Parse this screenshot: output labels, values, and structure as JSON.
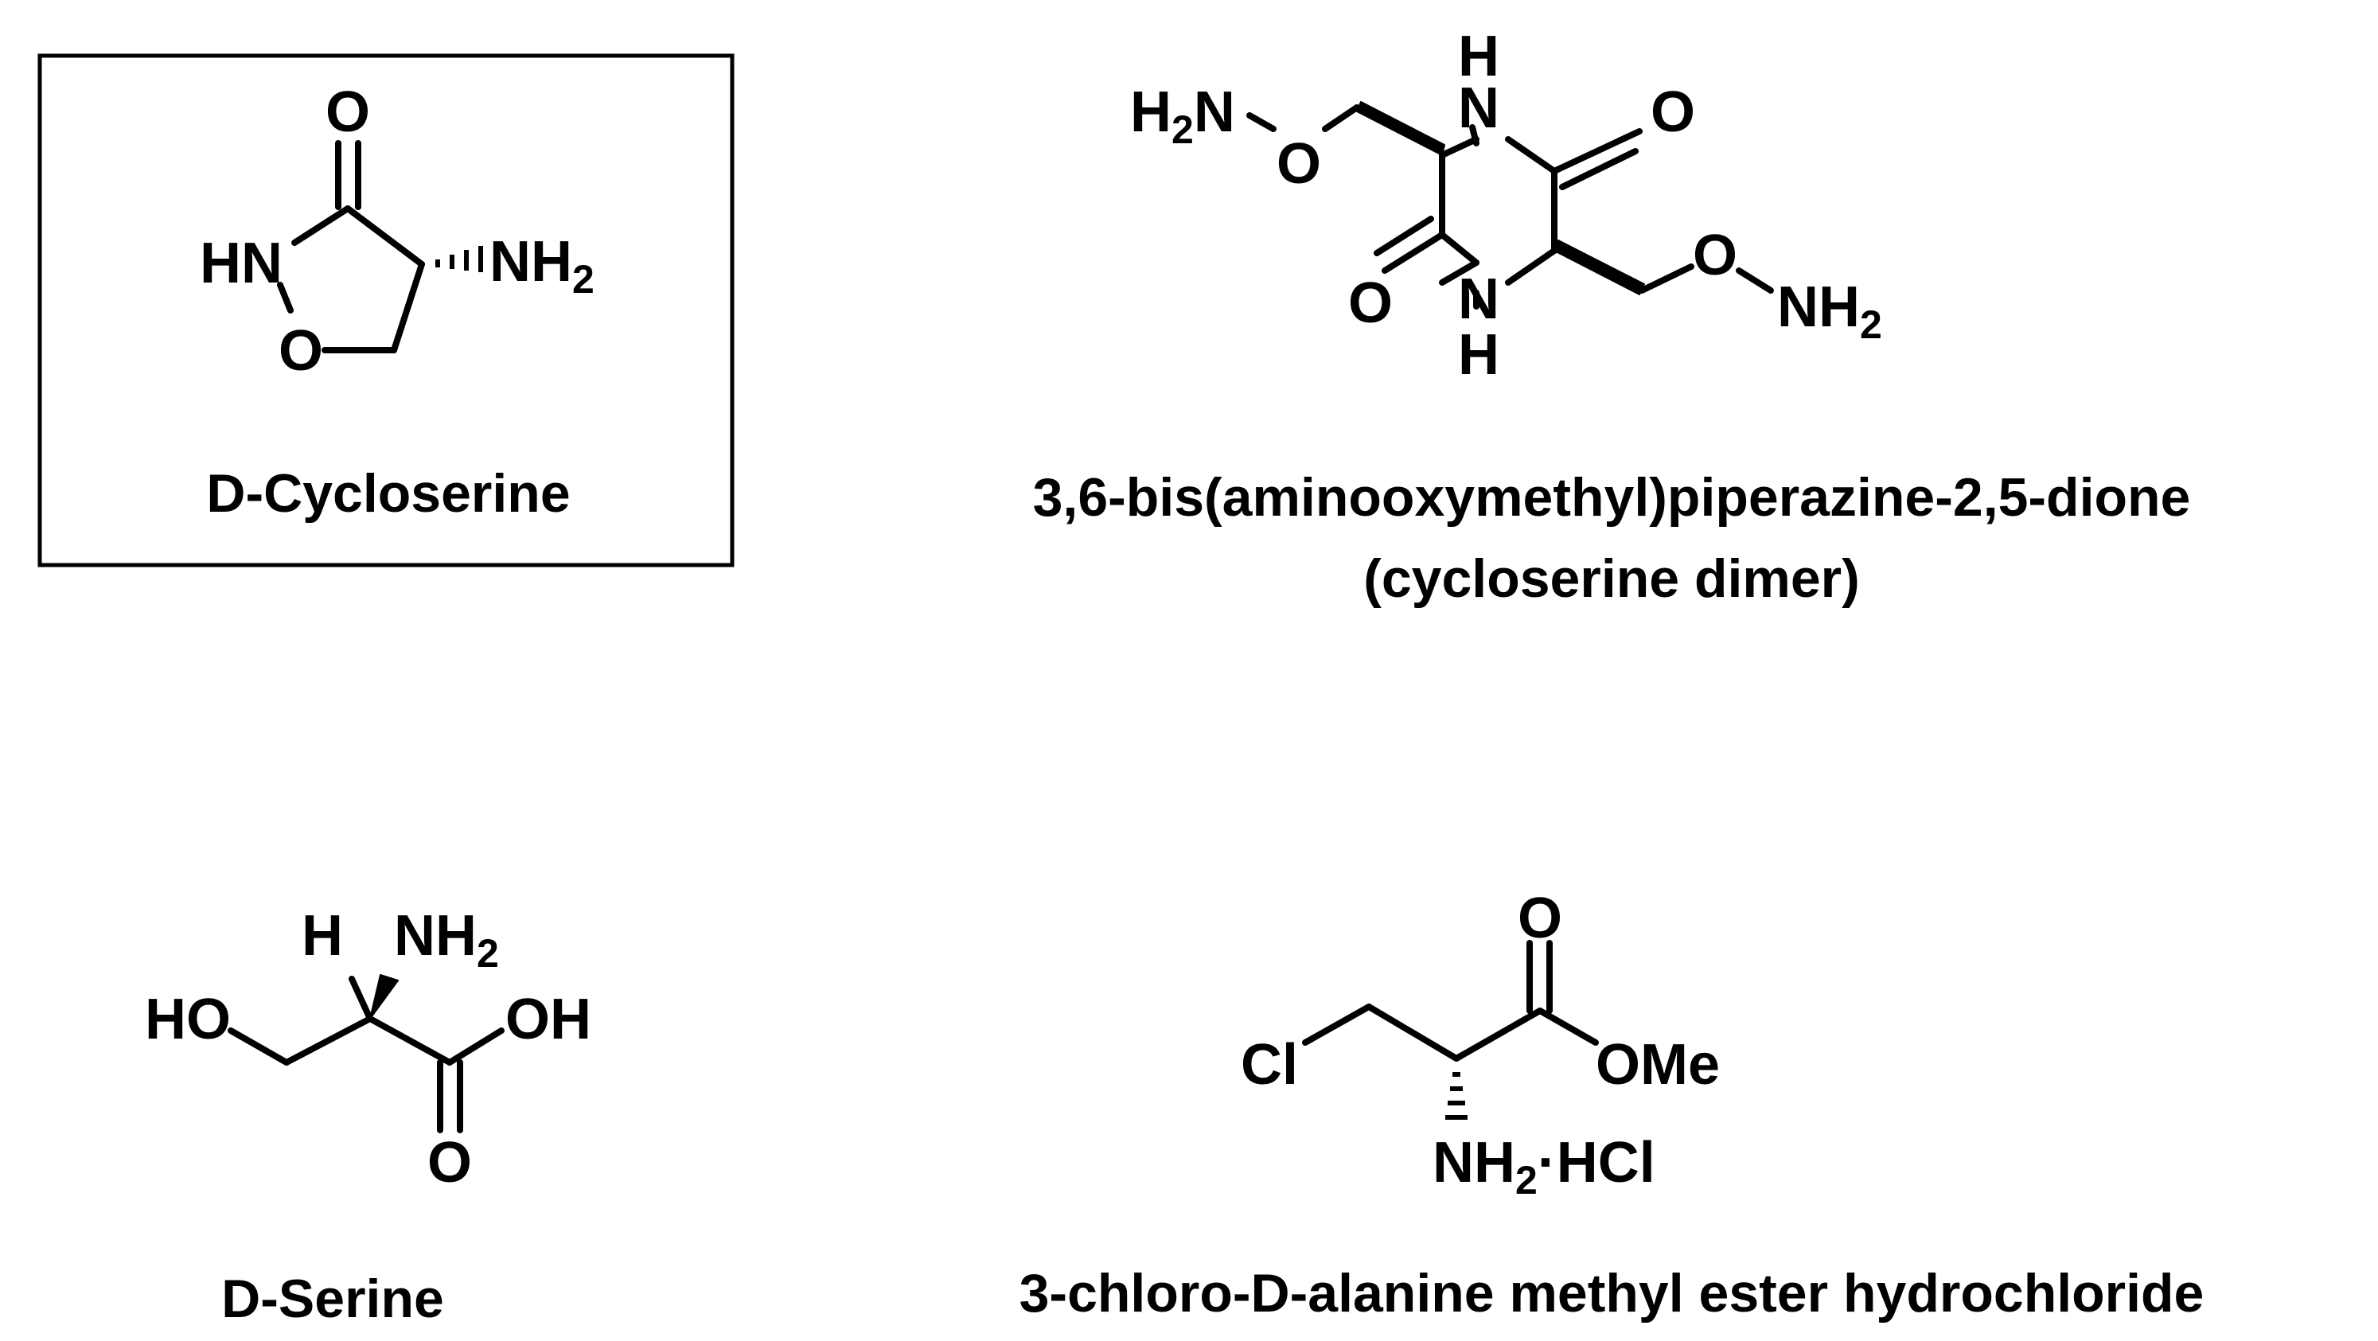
{
  "compounds": [
    {
      "id": "d-cycloserine",
      "name": "D-Cycloserine",
      "atoms": {
        "carbonyl_o": "O",
        "ring_n": "HN",
        "ring_o": "O",
        "amine": "NH",
        "amine_sub": "2"
      }
    },
    {
      "id": "cycloserine-dimer",
      "name_line1": "3,6-bis(aminooxymethyl)piperazine-2,5-dione",
      "name_line2": "(cycloserine dimer)",
      "atoms": {
        "top_h": "H",
        "top_n": "N",
        "right_o": "O",
        "left_amine": "H",
        "left_amine_sub": "2",
        "left_amine_n": "N",
        "left_ether_o": "O",
        "left_o": "O",
        "bottom_n": "N",
        "bottom_h": "H",
        "right_ether_o": "O",
        "right_amine": "NH",
        "right_amine_sub": "2"
      }
    },
    {
      "id": "d-serine",
      "name": "D-Serine",
      "atoms": {
        "h": "H",
        "amine": "NH",
        "amine_sub": "2",
        "hydroxyl": "HO",
        "acid_oh": "OH",
        "acid_o": "O"
      }
    },
    {
      "id": "chloroalanine-ester",
      "name": "3-chloro-D-alanine methyl ester hydrochloride",
      "atoms": {
        "cl": "Cl",
        "carbonyl_o": "O",
        "ome": "OMe",
        "amine": "NH",
        "amine_sub": "2",
        "salt": "·HCl"
      }
    }
  ]
}
